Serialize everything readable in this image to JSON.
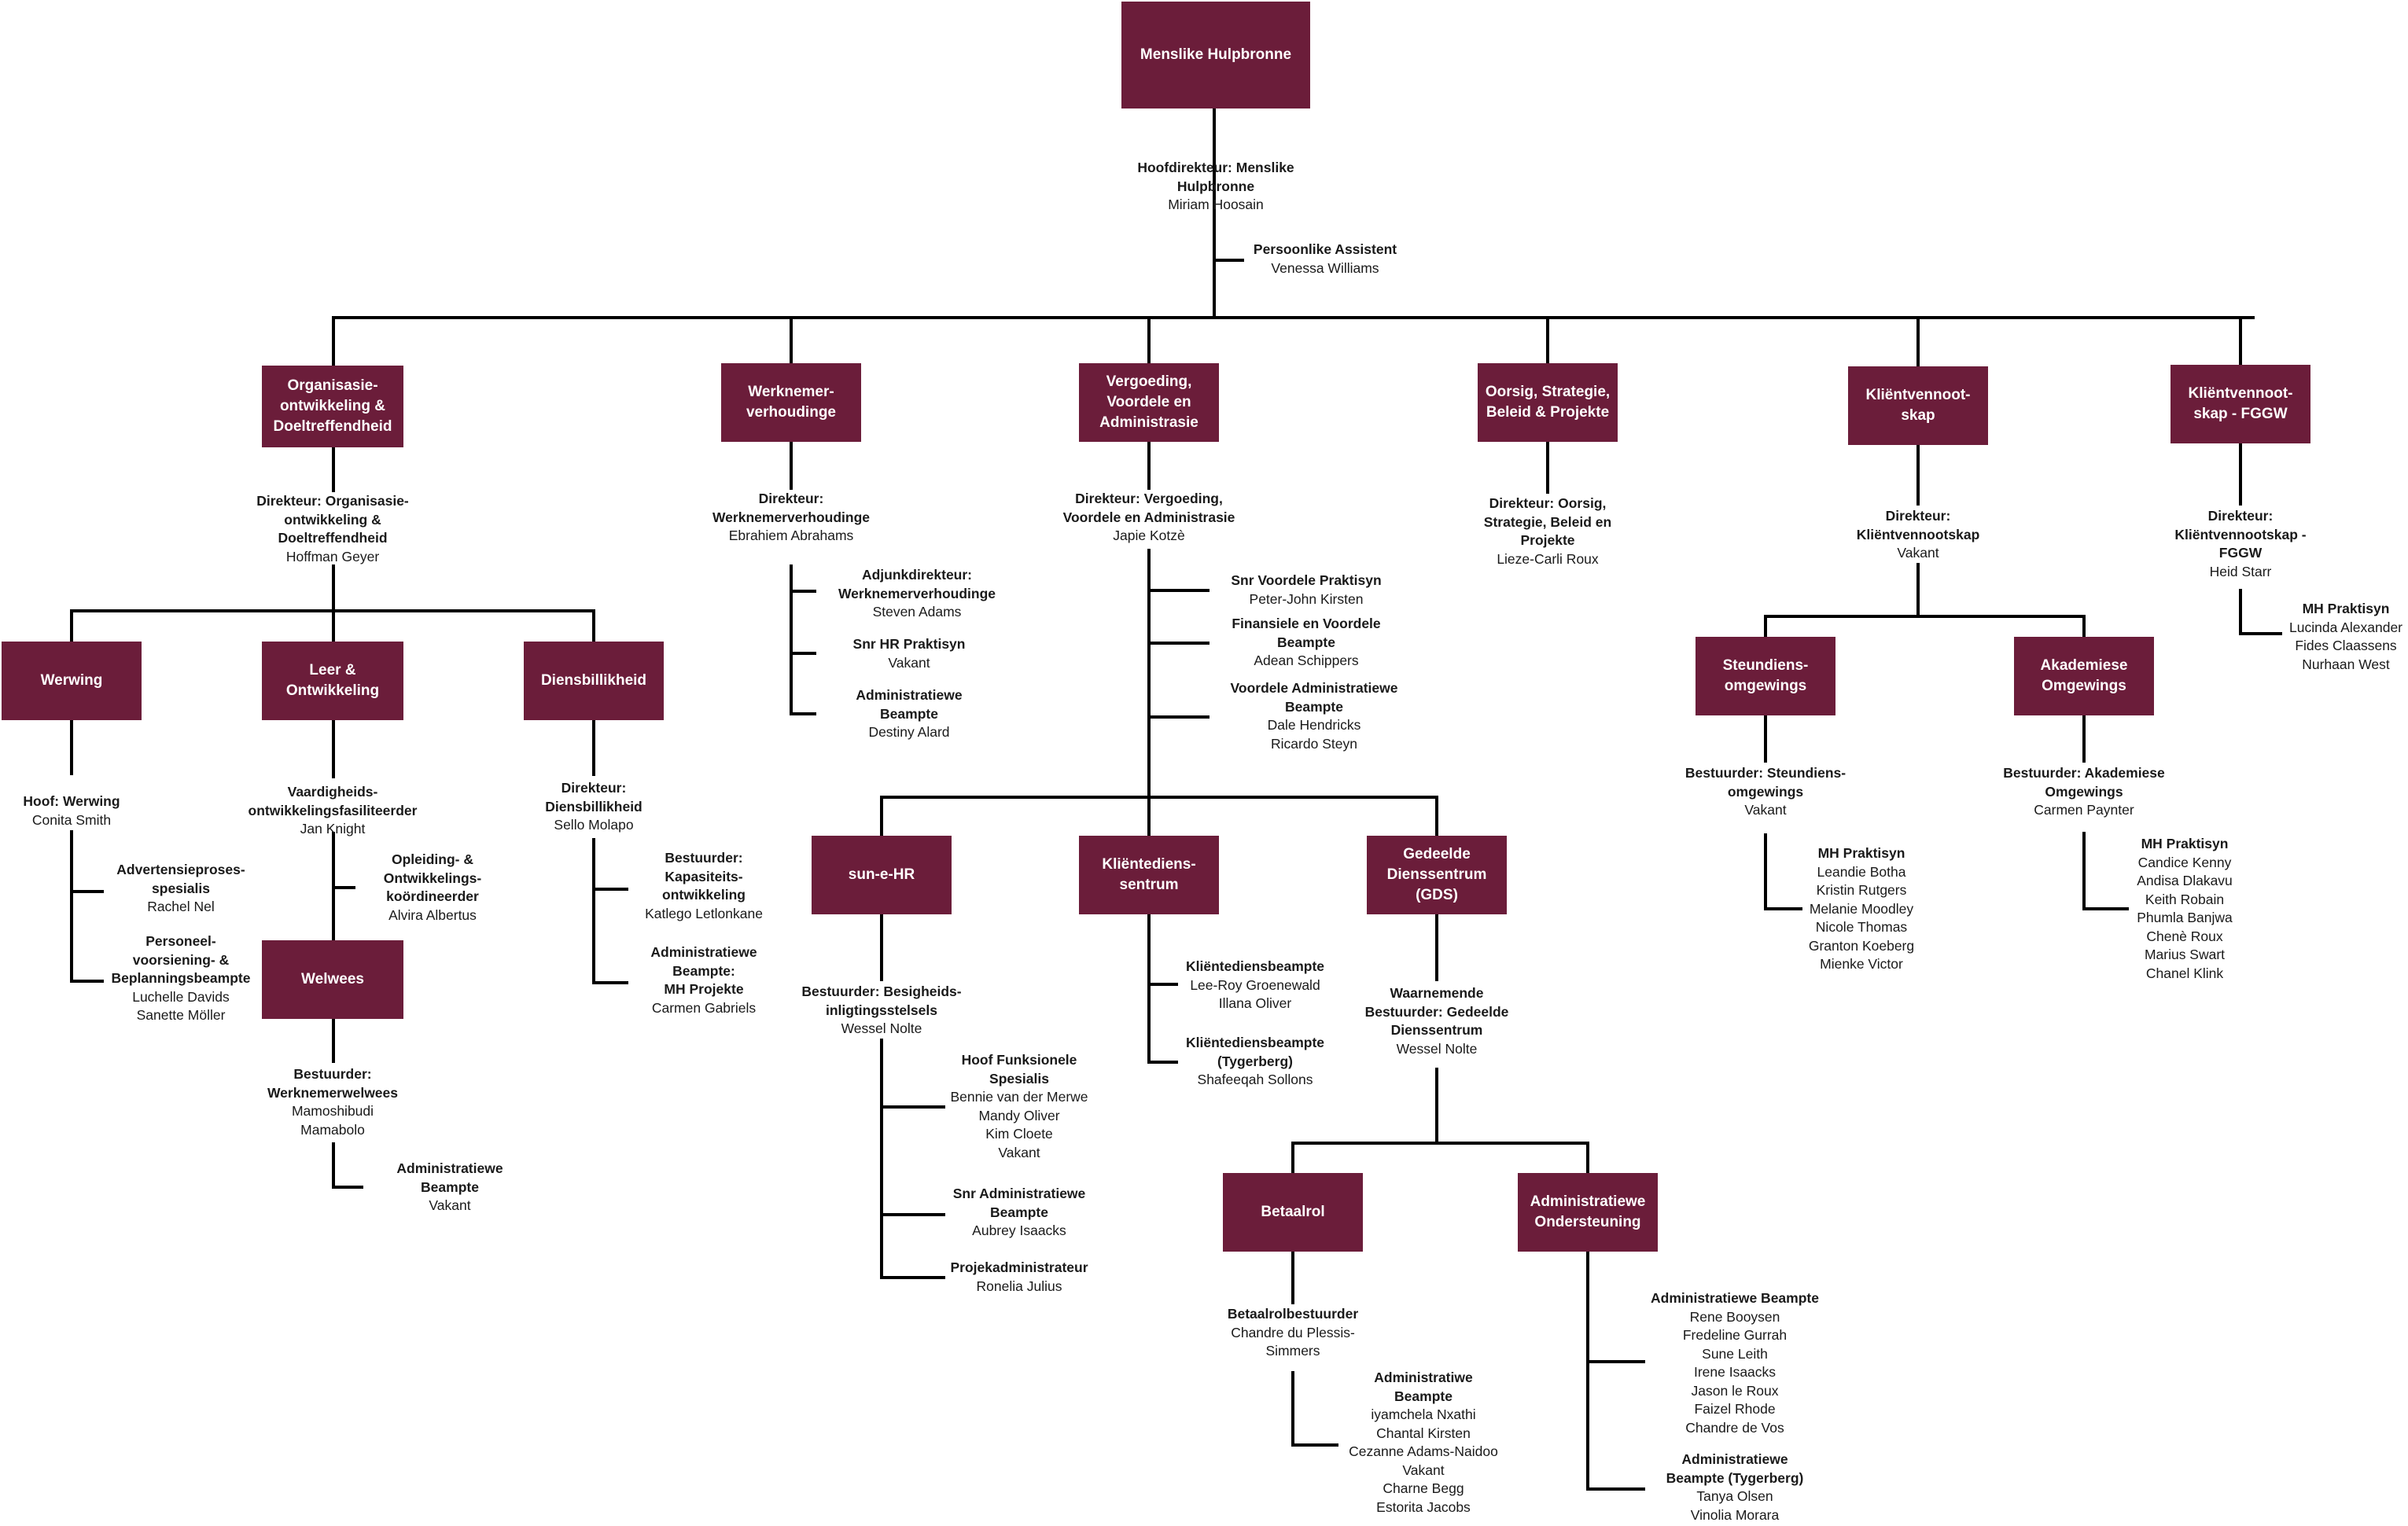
{
  "colors": {
    "box": "#6b1d3a",
    "box_text": "#ffffff",
    "lines": "#000000"
  },
  "boxes": {
    "mh": "Menslike Hulpbronne",
    "ood": "Organisasie-\nontwikkeling &\nDoeltreffendheid",
    "wv": "Werknemer-\nverhoudinge",
    "vva": "Vergoeding,\nVoordele en\nAdministrasie",
    "osbp": "Oorsig, Strategie,\nBeleid & Projekte",
    "kv": "Kliëntvennoot-\nskap",
    "kvf": "Kliëntvennoot-\nskap - FGGW",
    "werwing": "Werwing",
    "leer": "Leer &\nOntwikkeling",
    "diens": "Diensbillikheid",
    "welwees": "Welwees",
    "suneh": "sun-e-HR",
    "kds": "Kliëntediens-\nsentrum",
    "gds": "Gedeelde\nDienssentrum\n(GDS)",
    "betaal": "Betaalrol",
    "admo": "Administratiewe\nOndersteuning",
    "steun": "Steundiens-\nomgewings",
    "akad": "Akademiese\nOmgewings"
  },
  "blocks": {
    "hoofdir": {
      "title": "Hoofdirekteur: Menslike\nHulpbronne",
      "names": "Miriam Hoosain"
    },
    "pa": {
      "title": "Persoonlike Assistent",
      "names": "Venessa Williams"
    },
    "dir_ood": {
      "title": "Direkteur: Organisasie-\nontwikkeling &\nDoeltreffendheid",
      "names": "Hoffman Geyer"
    },
    "dir_wv": {
      "title": "Direkteur:\nWerknemerverhoudinge",
      "names": "Ebrahiem Abrahams"
    },
    "dir_vva": {
      "title": "Direkteur: Vergoeding,\nVoordele en Administrasie",
      "names": "Japie Kotzè"
    },
    "dir_osbp": {
      "title": "Direkteur: Oorsig,\nStrategie, Beleid en\nProjekte",
      "names": "Lieze-Carli Roux"
    },
    "dir_kv": {
      "title": "Direkteur:\nKliëntvennootskap",
      "names": "Vakant"
    },
    "dir_kvf": {
      "title": "Direkteur:\nKliëntvennootskap -\nFGGW",
      "names": "Heid Starr"
    },
    "kvf_mh": {
      "title": "MH Praktisyn",
      "names": "Lucinda Alexander\nFides Claassens\nNurhaan West"
    },
    "wv_adj": {
      "title": "Adjunkdirekteur:\nWerknemerverhoudinge",
      "names": "Steven Adams"
    },
    "wv_snr": {
      "title": "Snr HR Praktisyn",
      "names": "Vakant"
    },
    "wv_adm": {
      "title": "Administratiewe\nBeampte",
      "names": "Destiny Alard"
    },
    "vva_snr": {
      "title": "Snr Voordele Praktisyn",
      "names": "Peter-John Kirsten"
    },
    "vva_fin": {
      "title": "Finansiele en Voordele\nBeampte",
      "names": "Adean Schippers"
    },
    "vva_voor": {
      "title": "Voordele Administratiewe\nBeampte",
      "names": "Dale Hendricks\nRicardo Steyn"
    },
    "hoof_werwing": {
      "title": "Hoof: Werwing",
      "names": "Conita Smith"
    },
    "adv": {
      "title": "Advertensieproses-\nspesialis",
      "names": "Rachel Nel"
    },
    "pers": {
      "title": "Personeel-\nvoorsiening- &\nBeplanningsbeampte",
      "names": "Luchelle Davids\nSanette Möller"
    },
    "vaard": {
      "title": "Vaardigheids-\nontwikkelingsfasiliteerder",
      "names": "Jan Knight"
    },
    "opl": {
      "title": "Opleiding- &\nOntwikkelings-\nkoördineerder",
      "names": "Alvira Albertus"
    },
    "best_welwees": {
      "title": "Bestuurder:\nWerknemerwelwees",
      "names": "Mamoshibudi\nMamabolo"
    },
    "welwees_adm": {
      "title": "Administratiewe\nBeampte",
      "names": "Vakant"
    },
    "dir_diens": {
      "title": "Direkteur:\nDiensbillikheid",
      "names": "Sello Molapo"
    },
    "diens_kap": {
      "title": "Bestuurder:\nKapasiteits-\nontwikkeling",
      "names": "Katlego Letlonkane"
    },
    "diens_adm": {
      "title": "Administratiewe\nBeampte:\nMH Projekte",
      "names": "Carmen Gabriels"
    },
    "best_suneh": {
      "title": "Bestuurder: Besigheids-\ninligtingsstelsels",
      "names": "Wessel Nolte"
    },
    "suneh_hoof": {
      "title": "Hoof Funksionele\nSpesialis",
      "names": "Bennie van der Merwe\nMandy Oliver\nKim Cloete\nVakant"
    },
    "suneh_snr": {
      "title": "Snr Administratiewe\nBeampte",
      "names": "Aubrey Isaacks"
    },
    "suneh_proj": {
      "title": "Projekadministrateur",
      "names": "Ronelia Julius"
    },
    "kds_1": {
      "title": "Kliëntediensbeampte",
      "names": "Lee-Roy Groenewald\nIllana Oliver"
    },
    "kds_2": {
      "title": "Kliëntediensbeampte\n(Tygerberg)",
      "names": "Shafeeqah Sollons"
    },
    "best_gds": {
      "title": "Waarnemende\nBestuurder: Gedeelde\nDienssentrum",
      "names": "Wessel Nolte"
    },
    "best_betaal": {
      "title": "Betaalrolbestuurder",
      "names": "Chandre du Plessis-\nSimmers"
    },
    "betaal_adm": {
      "title": "Administratiwe\nBeampte",
      "names": "iyamchela Nxathi\nChantal Kirsten\nCezanne Adams-Naidoo\nVakant\nCharne Begg\nEstorita Jacobs"
    },
    "admo_1": {
      "title": "Administratiewe Beampte",
      "names": "Rene Booysen\nFredeline Gurrah\nSune Leith\nIrene Isaacks\nJason le Roux\nFaizel Rhode\nChandre de Vos"
    },
    "admo_2": {
      "title": "Administratiewe\nBeampte (Tygerberg)",
      "names": "Tanya Olsen\nVinolia Morara"
    },
    "best_steun": {
      "title": "Bestuurder: Steundiens-\nomgewings",
      "names": "Vakant"
    },
    "steun_mh": {
      "title": "MH Praktisyn",
      "names": "Leandie Botha\nKristin Rutgers\nMelanie Moodley\nNicole Thomas\nGranton Koeberg\nMienke Victor"
    },
    "best_akad": {
      "title": "Bestuurder: Akademiese\nOmgewings",
      "names": "Carmen Paynter"
    },
    "akad_mh": {
      "title": "MH Praktisyn",
      "names": "Candice Kenny\nAndisa Dlakavu\nKeith Robain\nPhumla Banjwa\nChenè Roux\nMarius Swart\nChanel Klink"
    }
  }
}
